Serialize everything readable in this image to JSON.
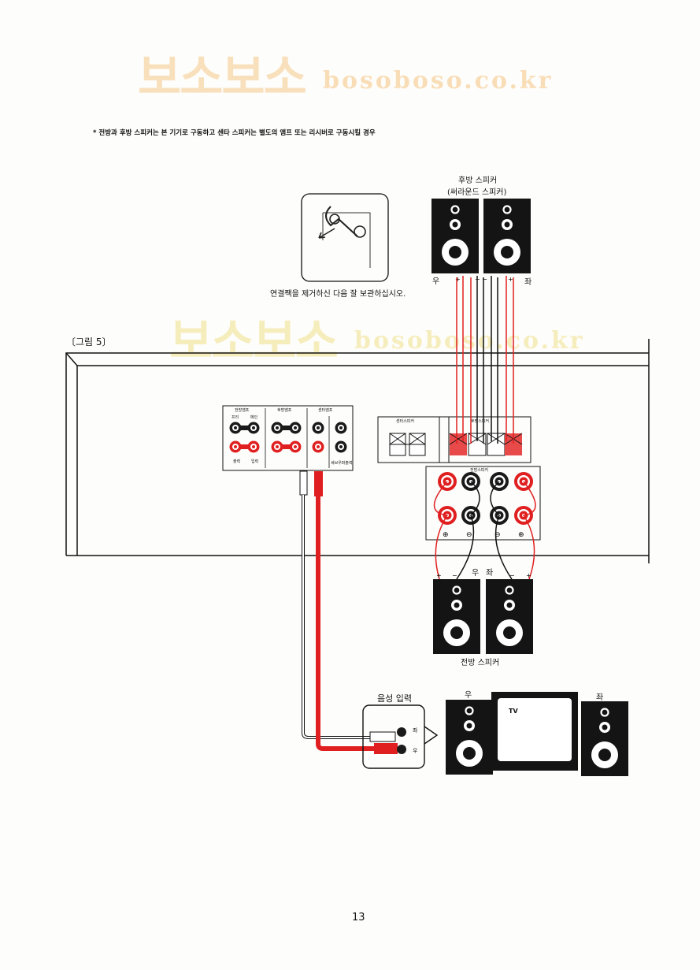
{
  "watermark": {
    "korean": "보소보소",
    "latin": "bosoboso.co.kr"
  },
  "note": "* 전방과 후방 스피커는 본 기기로 구동하고 센타 스피커는 별도의 앰프 또는 리시버로 구동시킬 경우",
  "figure_label": "〔그림 5〕",
  "jumper_caption": "연결짹을 제거하신 다음 잘 보관하십시오.",
  "rear_speaker": {
    "title": "후방 스피커",
    "subtitle": "(써라운드 스피커)",
    "right": "우",
    "left": "좌",
    "plus": "+",
    "minus": "−"
  },
  "front_speaker": {
    "title": "전방 스피커",
    "right": "우",
    "left": "좌",
    "plus": "+",
    "minus": "−"
  },
  "panel": {
    "front_amp": "전방앰프",
    "rear_amp": "후방앰프",
    "center_amp": "센타앰프",
    "pre": "프리",
    "main": "메인",
    "out": "출력",
    "in": "입력",
    "center_speaker": "센타스피커",
    "rear_speaker_terminal": "후방스피커",
    "front_speaker_terminal": "전방스피커",
    "woofer": "세브우퍼출력"
  },
  "audio_input": {
    "title": "음성 입력",
    "left": "좌",
    "right": "우"
  },
  "tv": {
    "label": "TV",
    "right": "우",
    "left": "좌"
  },
  "page_number": "13"
}
